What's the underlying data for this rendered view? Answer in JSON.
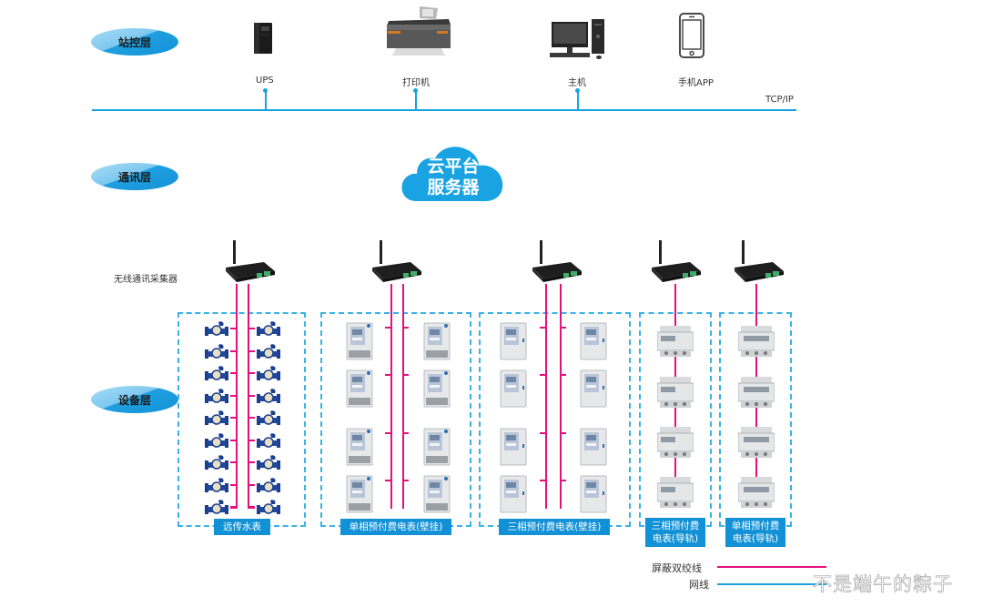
{
  "layers": {
    "station": "站控层",
    "communication": "通讯层",
    "device": "设备层"
  },
  "station_devices": [
    {
      "label": "UPS",
      "icon": "ups-icon"
    },
    {
      "label": "打印机",
      "icon": "printer-icon"
    },
    {
      "label": "主机",
      "icon": "desktop-computer-icon"
    },
    {
      "label": "手机APP",
      "icon": "mobile-phone-icon"
    }
  ],
  "network_label": "TCP/IP",
  "cloud": {
    "line1": "云平台",
    "line2": "服务器"
  },
  "collector_label": "无线通讯采集器",
  "groups": [
    {
      "label": "远传水表",
      "device": "water-meter",
      "columns": 2,
      "rows": 9
    },
    {
      "label": "单相预付费电表(壁挂)",
      "device": "single-phase-wall-meter",
      "columns": 2,
      "rows": 4
    },
    {
      "label": "三相预付费电表(壁挂)",
      "device": "three-phase-wall-meter",
      "columns": 2,
      "rows": 4
    },
    {
      "label": "三相预付费\n电表(导轨)",
      "label_line1": "三相预付费",
      "label_line2": "电表(导轨)",
      "device": "three-phase-din-meter",
      "columns": 1,
      "rows": 4
    },
    {
      "label": "单相预付费\n电表(导轨)",
      "label_line1": "单相预付费",
      "label_line2": "电表(导轨)",
      "device": "single-phase-din-meter",
      "columns": 1,
      "rows": 4
    }
  ],
  "legend": {
    "shielded_twisted_pair": "屏蔽双绞线",
    "network_cable": "网线",
    "shielded_color": "#e5107d",
    "network_color": "#1aa3e0"
  },
  "watermark": "不是端午的粽子",
  "colors": {
    "accent_blue": "#1291d6",
    "pink_line": "#e5107d",
    "dashed_border": "#39b3e6"
  }
}
